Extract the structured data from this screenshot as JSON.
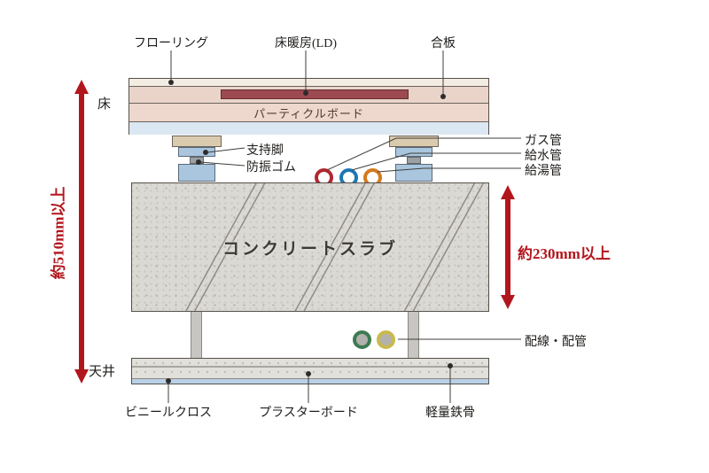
{
  "diagram": {
    "top_labels": {
      "flooring": "フローリング",
      "floor_heating": "床暖房(LD)",
      "plywood": "合板"
    },
    "left_labels": {
      "floor": "床",
      "ceiling": "天井",
      "total_height": "約510mm以上"
    },
    "right_labels": {
      "gas_pipe": "ガス管",
      "water_supply_pipe": "給水管",
      "hot_water_pipe": "給湯管",
      "slab_thickness": "約230mm以上",
      "wiring_piping": "配線・配管"
    },
    "floor_assembly": {
      "particle_board": "パーティクルボード",
      "support_leg": "支持脚",
      "vibration_rubber": "防振ゴム"
    },
    "slab_label": "コンクリートスラブ",
    "bottom_labels": {
      "vinyl_cloth": "ビニールクロス",
      "plaster_board": "プラスターボード",
      "lightweight_steel": "軽量鉄骨"
    },
    "colors": {
      "dimension_red": "#b2161d",
      "floor_heating_strip": "#9c4a50",
      "gas_pipe_ring": "#b02830",
      "water_pipe_ring": "#1d76b4",
      "hot_water_pipe_ring": "#d4791f",
      "wiring_ring_green": "#3d7a52",
      "wiring_ring_yellow": "#c9b94d"
    }
  }
}
